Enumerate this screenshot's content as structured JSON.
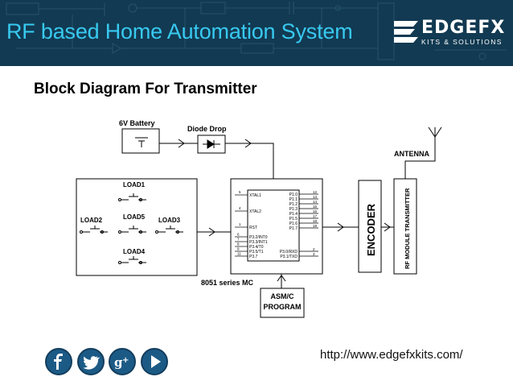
{
  "header": {
    "title": "RF based Home Automation System",
    "logo_main": "EDGEFX",
    "logo_sub": "KITS & SOLUTIONS",
    "background": "#123a52",
    "title_color": "#38c9f0"
  },
  "slide": {
    "subtitle": "Block Diagram For Transmitter"
  },
  "diagram": {
    "battery_label": "6V Battery",
    "diode_label": "Diode Drop",
    "antenna_label": "ANTENNA",
    "loads": [
      "LOAD1",
      "LOAD2",
      "LOAD5",
      "LOAD3",
      "LOAD4"
    ],
    "mc_caption": "8051 series MC",
    "mc_left_pins": [
      "XTAL1",
      "XTAL2",
      "RST",
      "P3.2/INT0",
      "P3.3/INT1",
      "P3.4/T0",
      "P3.5/T1",
      "P3.7"
    ],
    "mc_left_pin_numbers": [
      "5",
      "4",
      "1",
      "6",
      "7",
      "8",
      "9",
      "11"
    ],
    "mc_right_pins": [
      "P1.0",
      "P1.1",
      "P1.2",
      "P1.3",
      "P1.4",
      "P1.5",
      "P1.6",
      "P1.7",
      "P3.0/RXD",
      "P3.1/TXD"
    ],
    "mc_right_pin_numbers": [
      "12",
      "13",
      "14",
      "15",
      "16",
      "17",
      "18",
      "19",
      "2",
      "3"
    ],
    "encoder_label": "ENCODER",
    "rf_module_label": "RF MODULE TRANSMITTER",
    "program_label_1": "ASM/C",
    "program_label_2": "PROGRAM"
  },
  "social": {
    "icons": [
      "facebook-icon",
      "twitter-icon",
      "google-plus-icon",
      "play-icon"
    ],
    "url": "http://www.edgefxkits.com/",
    "color": "#1c5a86"
  }
}
